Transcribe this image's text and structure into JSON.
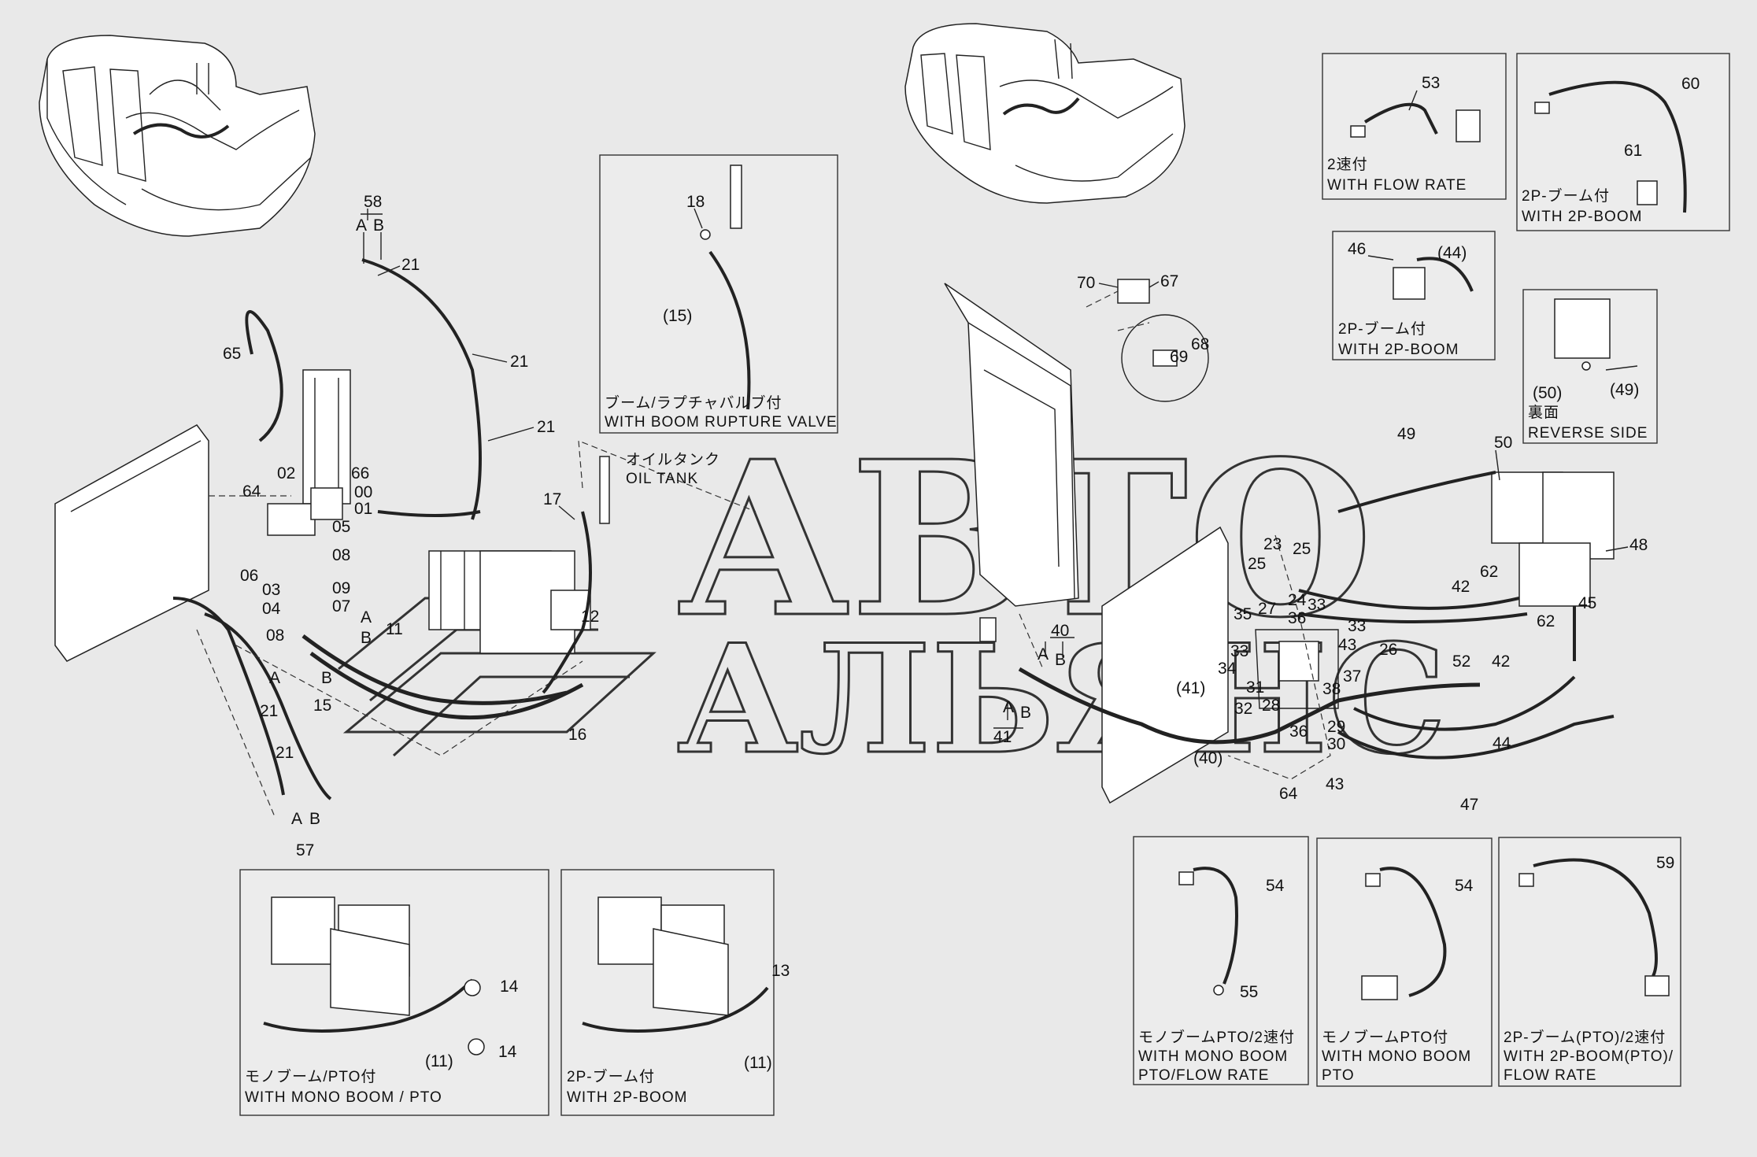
{
  "watermark": {
    "line1": "АВТО",
    "line2": "АЛЬЯНС"
  },
  "boxes": {
    "boom_rupture": {
      "jp": "ブーム/ラプチャバルブ付",
      "en": "WITH BOOM RUPTURE VALVE"
    },
    "flow_rate_53": {
      "jp": "2速付",
      "en": "WITH FLOW RATE"
    },
    "two_p_boom_60": {
      "jp": "2P-ブーム付",
      "en": "WITH 2P-BOOM"
    },
    "two_p_boom_46": {
      "jp": "2P-ブーム付",
      "en": "WITH 2P-BOOM"
    },
    "reverse_side": {
      "jp": "裏面",
      "en": "REVERSE SIDE"
    },
    "mono_boom_pto": {
      "jp": "モノブーム/PTO付",
      "en": "WITH MONO BOOM / PTO"
    },
    "two_p_boom_13": {
      "jp": "2P-ブーム付",
      "en": "WITH 2P-BOOM"
    },
    "mono_pto_flow": {
      "jp": "モノブームPTO/2速付",
      "en1": "WITH MONO BOOM",
      "en2": "PTO/FLOW RATE"
    },
    "mono_pto": {
      "jp": "モノブームPTO付",
      "en1": "WITH MONO BOOM",
      "en2": "PTO"
    },
    "two_p_pto_flow": {
      "jp": "2P-ブーム(PTO)/2速付",
      "en1": "WITH 2P-BOOM(PTO)/",
      "en2": "FLOW RATE"
    }
  },
  "oil_tank": {
    "jp": "オイルタンク",
    "en": "OIL TANK"
  },
  "labels": {
    "l58": "58",
    "l21a": "21",
    "l21b": "21",
    "l21c": "21",
    "l65": "65",
    "l02": "02",
    "l66": "66",
    "l64": "64",
    "l00": "00",
    "l01": "01",
    "l05": "05",
    "l08a": "08",
    "l06": "06",
    "l03": "03",
    "l04": "04",
    "l09": "09",
    "l07": "07",
    "l08b": "08",
    "l11": "11",
    "l15": "15",
    "l21d": "21",
    "l21e": "21",
    "l57": "57",
    "l17": "17",
    "l12": "12",
    "l16": "16",
    "l18": "18",
    "l15p": "(15)",
    "l53": "53",
    "l60": "60",
    "l61": "61",
    "l46": "46",
    "l44p": "(44)",
    "l70": "70",
    "l67": "67",
    "l68": "68",
    "l69": "69",
    "l50p": "(50)",
    "l49p": "(49)",
    "l49": "49",
    "l50": "50",
    "l48": "48",
    "l62a": "62",
    "l62b": "62",
    "l42a": "42",
    "l42b": "42",
    "l45": "45",
    "l52": "52",
    "l44": "44",
    "l47": "47",
    "l23": "23",
    "l25a": "25",
    "l25b": "25",
    "l24": "24",
    "l33a": "33",
    "l27": "27",
    "l36a": "36",
    "l35": "35",
    "l33b": "33",
    "l43a": "43",
    "l26": "26",
    "l33c": "33",
    "l34": "34",
    "l31": "31",
    "l37": "37",
    "l38": "38",
    "l32": "32",
    "l28": "28",
    "l29": "29",
    "l36b": "36",
    "l30": "30",
    "l43b": "43",
    "l64b": "64",
    "l40p": "(40)",
    "l41p": "(41)",
    "l40": "40",
    "l41": "41",
    "l14a": "14",
    "l14b": "14",
    "l11pa": "(11)",
    "l13": "13",
    "l11pb": "(11)",
    "l54a": "54",
    "l55": "55",
    "l54b": "54",
    "l59": "59",
    "a": "A",
    "b": "B"
  }
}
